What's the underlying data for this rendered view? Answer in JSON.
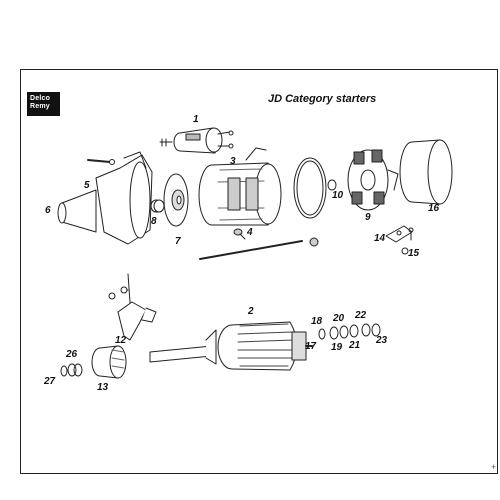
{
  "logo": {
    "line1": "Delco",
    "line2": "Remy"
  },
  "title": "JD Category starters",
  "part_numbers": [
    "1",
    "2",
    "3",
    "4",
    "5",
    "6",
    "7",
    "8",
    "9",
    "10",
    "12",
    "13",
    "14",
    "15",
    "16",
    "17",
    "18",
    "19",
    "20",
    "21",
    "22",
    "23",
    "26",
    "27"
  ],
  "corner_mark": "+"
}
